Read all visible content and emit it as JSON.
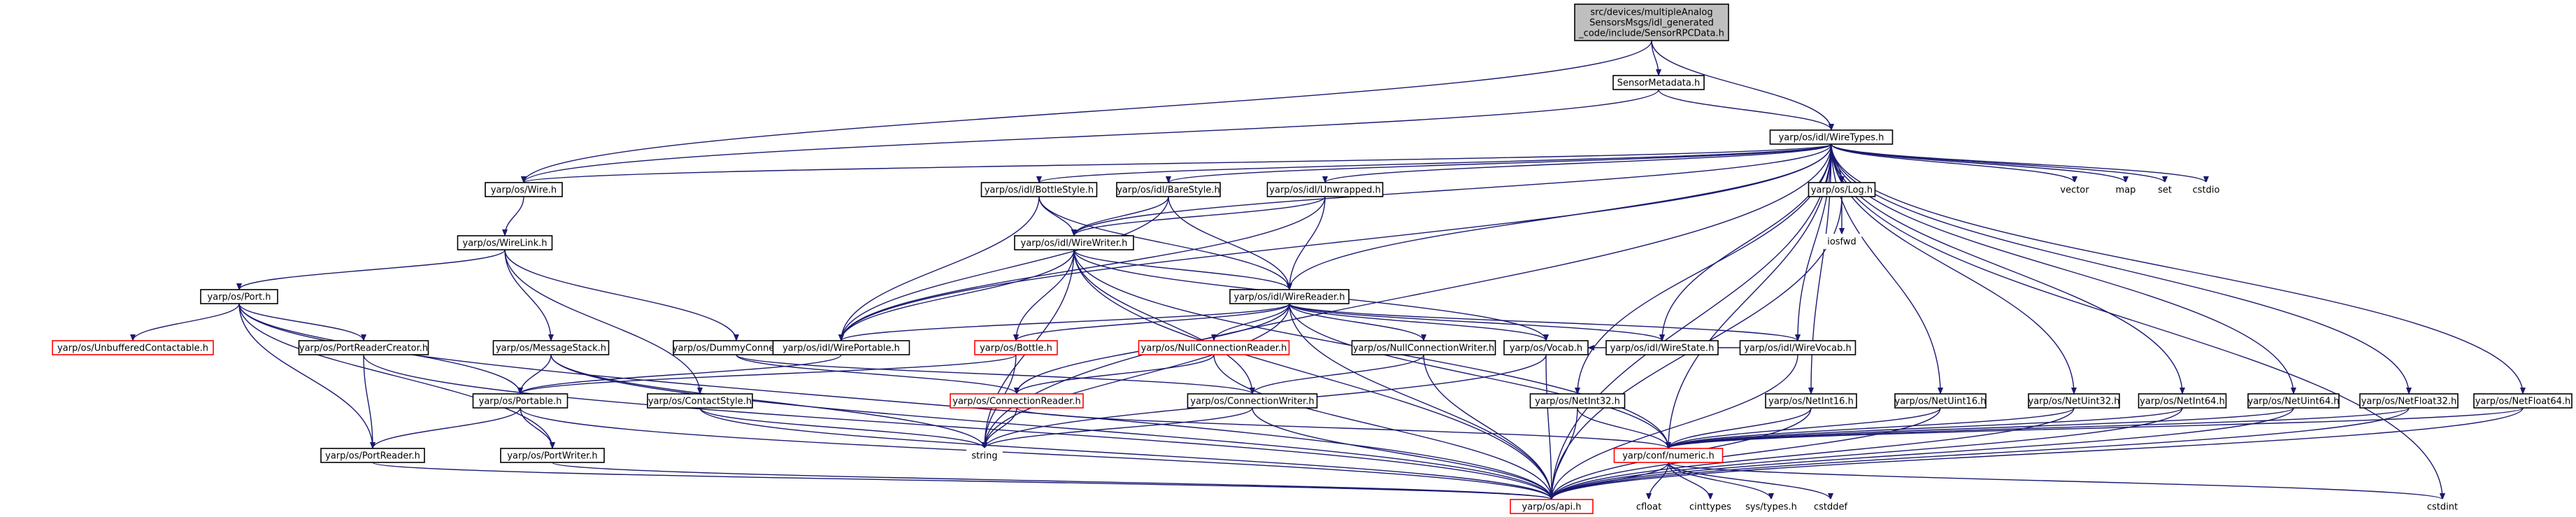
{
  "colors": {
    "root_fill": "#bfbfbf",
    "node_fill": "#ffffff",
    "node_border": "#000000",
    "missing_border": "#ff0000",
    "text": "#000000",
    "edge": "#191970"
  },
  "nodes": [
    {
      "id": "root",
      "lines": [
        "src/devices/multipleAnalog",
        "SensorsMsgs/idl_generated",
        "_code/include/SensorRPCData.h"
      ],
      "style": "root"
    },
    {
      "id": "sensormetadata",
      "lines": [
        "SensorMetadata.h"
      ],
      "style": "normal"
    },
    {
      "id": "wiretypes",
      "lines": [
        "yarp/os/idl/WireTypes.h"
      ],
      "style": "normal"
    },
    {
      "id": "wire",
      "lines": [
        "yarp/os/Wire.h"
      ],
      "style": "normal"
    },
    {
      "id": "bottlestyle",
      "lines": [
        "yarp/os/idl/BottleStyle.h"
      ],
      "style": "normal"
    },
    {
      "id": "barestyle",
      "lines": [
        "yarp/os/idl/BareStyle.h"
      ],
      "style": "normal"
    },
    {
      "id": "unwrapped",
      "lines": [
        "yarp/os/idl/Unwrapped.h"
      ],
      "style": "normal"
    },
    {
      "id": "log",
      "lines": [
        "yarp/os/Log.h"
      ],
      "style": "normal"
    },
    {
      "id": "vector",
      "lines": [
        "vector"
      ],
      "style": "plain"
    },
    {
      "id": "map",
      "lines": [
        "map"
      ],
      "style": "plain"
    },
    {
      "id": "set",
      "lines": [
        "set"
      ],
      "style": "plain"
    },
    {
      "id": "cstdio",
      "lines": [
        "cstdio"
      ],
      "style": "plain"
    },
    {
      "id": "iosfwd",
      "lines": [
        "iosfwd"
      ],
      "style": "plain"
    },
    {
      "id": "wirelink",
      "lines": [
        "yarp/os/WireLink.h"
      ],
      "style": "normal"
    },
    {
      "id": "wirewriter",
      "lines": [
        "yarp/os/idl/WireWriter.h"
      ],
      "style": "normal"
    },
    {
      "id": "port",
      "lines": [
        "yarp/os/Port.h"
      ],
      "style": "normal"
    },
    {
      "id": "wirereader",
      "lines": [
        "yarp/os/idl/WireReader.h"
      ],
      "style": "normal"
    },
    {
      "id": "unbuffered",
      "lines": [
        "yarp/os/UnbufferedContactable.h"
      ],
      "style": "missing"
    },
    {
      "id": "portreadercreator",
      "lines": [
        "yarp/os/PortReaderCreator.h"
      ],
      "style": "normal"
    },
    {
      "id": "messagestack",
      "lines": [
        "yarp/os/MessageStack.h"
      ],
      "style": "normal"
    },
    {
      "id": "dummyconnector",
      "lines": [
        "yarp/os/DummyConnector.h"
      ],
      "style": "normal"
    },
    {
      "id": "wireportable",
      "lines": [
        "yarp/os/idl/WirePortable.h"
      ],
      "style": "normal"
    },
    {
      "id": "bottle",
      "lines": [
        "yarp/os/Bottle.h"
      ],
      "style": "missing"
    },
    {
      "id": "nullconnreader",
      "lines": [
        "yarp/os/NullConnectionReader.h"
      ],
      "style": "missing"
    },
    {
      "id": "nullconnwriter",
      "lines": [
        "yarp/os/NullConnectionWriter.h"
      ],
      "style": "normal"
    },
    {
      "id": "vocab",
      "lines": [
        "yarp/os/Vocab.h"
      ],
      "style": "normal"
    },
    {
      "id": "wirestate",
      "lines": [
        "yarp/os/idl/WireState.h"
      ],
      "style": "normal"
    },
    {
      "id": "wirevocab",
      "lines": [
        "yarp/os/idl/WireVocab.h"
      ],
      "style": "normal"
    },
    {
      "id": "portable",
      "lines": [
        "yarp/os/Portable.h"
      ],
      "style": "normal"
    },
    {
      "id": "contactstyle",
      "lines": [
        "yarp/os/ContactStyle.h"
      ],
      "style": "normal"
    },
    {
      "id": "connreader",
      "lines": [
        "yarp/os/ConnectionReader.h"
      ],
      "style": "missing"
    },
    {
      "id": "connwriter",
      "lines": [
        "yarp/os/ConnectionWriter.h"
      ],
      "style": "normal"
    },
    {
      "id": "netint32",
      "lines": [
        "yarp/os/NetInt32.h"
      ],
      "style": "normal"
    },
    {
      "id": "netint16",
      "lines": [
        "yarp/os/NetInt16.h"
      ],
      "style": "normal"
    },
    {
      "id": "netuint16",
      "lines": [
        "yarp/os/NetUint16.h"
      ],
      "style": "normal"
    },
    {
      "id": "netuint32",
      "lines": [
        "yarp/os/NetUint32.h"
      ],
      "style": "normal"
    },
    {
      "id": "netint64",
      "lines": [
        "yarp/os/NetInt64.h"
      ],
      "style": "normal"
    },
    {
      "id": "netuint64",
      "lines": [
        "yarp/os/NetUint64.h"
      ],
      "style": "normal"
    },
    {
      "id": "netfloat32",
      "lines": [
        "yarp/os/NetFloat32.h"
      ],
      "style": "normal"
    },
    {
      "id": "netfloat64",
      "lines": [
        "yarp/os/NetFloat64.h"
      ],
      "style": "normal"
    },
    {
      "id": "portreader",
      "lines": [
        "yarp/os/PortReader.h"
      ],
      "style": "normal"
    },
    {
      "id": "portwriter",
      "lines": [
        "yarp/os/PortWriter.h"
      ],
      "style": "normal"
    },
    {
      "id": "string",
      "lines": [
        "string"
      ],
      "style": "plain"
    },
    {
      "id": "numeric",
      "lines": [
        "yarp/conf/numeric.h"
      ],
      "style": "missing"
    },
    {
      "id": "api",
      "lines": [
        "yarp/os/api.h"
      ],
      "style": "missing"
    },
    {
      "id": "cfloat",
      "lines": [
        "cfloat"
      ],
      "style": "plain"
    },
    {
      "id": "cinttypes",
      "lines": [
        "cinttypes"
      ],
      "style": "plain"
    },
    {
      "id": "systypes",
      "lines": [
        "sys/types.h"
      ],
      "style": "plain"
    },
    {
      "id": "cstddef",
      "lines": [
        "cstddef"
      ],
      "style": "plain"
    },
    {
      "id": "cstdint",
      "lines": [
        "cstdint"
      ],
      "style": "plain"
    }
  ],
  "edges": [
    [
      "root",
      "sensormetadata"
    ],
    [
      "root",
      "wiretypes"
    ],
    [
      "root",
      "wire"
    ],
    [
      "sensormetadata",
      "wiretypes"
    ],
    [
      "sensormetadata",
      "wire"
    ],
    [
      "wiretypes",
      "wire"
    ],
    [
      "wiretypes",
      "bottlestyle"
    ],
    [
      "wiretypes",
      "barestyle"
    ],
    [
      "wiretypes",
      "unwrapped"
    ],
    [
      "wiretypes",
      "log"
    ],
    [
      "wiretypes",
      "vector"
    ],
    [
      "wiretypes",
      "map"
    ],
    [
      "wiretypes",
      "set"
    ],
    [
      "wiretypes",
      "cstdio"
    ],
    [
      "wiretypes",
      "wirewriter"
    ],
    [
      "wiretypes",
      "wirereader"
    ],
    [
      "wiretypes",
      "wireportable"
    ],
    [
      "wiretypes",
      "wirestate"
    ],
    [
      "wiretypes",
      "wirevocab"
    ],
    [
      "wiretypes",
      "netint32"
    ],
    [
      "wiretypes",
      "netint16"
    ],
    [
      "wiretypes",
      "netuint16"
    ],
    [
      "wiretypes",
      "netuint32"
    ],
    [
      "wiretypes",
      "netint64"
    ],
    [
      "wiretypes",
      "netuint64"
    ],
    [
      "wiretypes",
      "netfloat32"
    ],
    [
      "wiretypes",
      "netfloat64"
    ],
    [
      "wiretypes",
      "string"
    ],
    [
      "wiretypes",
      "api"
    ],
    [
      "wiretypes",
      "numeric"
    ],
    [
      "wiretypes",
      "cstdint"
    ],
    [
      "wire",
      "wirelink"
    ],
    [
      "wirelink",
      "port"
    ],
    [
      "wirelink",
      "messagestack"
    ],
    [
      "wirelink",
      "dummyconnector"
    ],
    [
      "wirelink",
      "contactstyle"
    ],
    [
      "bottlestyle",
      "wirewriter"
    ],
    [
      "bottlestyle",
      "wirereader"
    ],
    [
      "bottlestyle",
      "wireportable"
    ],
    [
      "barestyle",
      "wirewriter"
    ],
    [
      "barestyle",
      "wirereader"
    ],
    [
      "barestyle",
      "wireportable"
    ],
    [
      "unwrapped",
      "wirewriter"
    ],
    [
      "unwrapped",
      "wirereader"
    ],
    [
      "unwrapped",
      "wireportable"
    ],
    [
      "log",
      "iosfwd"
    ],
    [
      "log",
      "api"
    ],
    [
      "wirewriter",
      "wireportable"
    ],
    [
      "wirewriter",
      "bottle"
    ],
    [
      "wirewriter",
      "wirereader"
    ],
    [
      "wirewriter",
      "vocab"
    ],
    [
      "wirewriter",
      "connwriter"
    ],
    [
      "wirewriter",
      "string"
    ],
    [
      "wirewriter",
      "numeric"
    ],
    [
      "wirewriter",
      "api"
    ],
    [
      "wirereader",
      "wireportable"
    ],
    [
      "wirereader",
      "bottle"
    ],
    [
      "wirereader",
      "nullconnreader"
    ],
    [
      "wirereader",
      "nullconnwriter"
    ],
    [
      "wirereader",
      "vocab"
    ],
    [
      "wirereader",
      "wirestate"
    ],
    [
      "wirereader",
      "wirevocab"
    ],
    [
      "wirereader",
      "connreader"
    ],
    [
      "wirereader",
      "string"
    ],
    [
      "wirereader",
      "numeric"
    ],
    [
      "wirereader",
      "api"
    ],
    [
      "port",
      "unbuffered"
    ],
    [
      "port",
      "portreadercreator"
    ],
    [
      "port",
      "portable"
    ],
    [
      "port",
      "portreader"
    ],
    [
      "port",
      "portwriter"
    ],
    [
      "port",
      "api"
    ],
    [
      "portreadercreator",
      "portreader"
    ],
    [
      "portreadercreator",
      "api"
    ],
    [
      "messagestack",
      "portable"
    ],
    [
      "messagestack",
      "string"
    ],
    [
      "messagestack",
      "api"
    ],
    [
      "dummyconnector",
      "connreader"
    ],
    [
      "dummyconnector",
      "connwriter"
    ],
    [
      "wireportable",
      "portable"
    ],
    [
      "bottle",
      "string"
    ],
    [
      "bottle",
      "portable"
    ],
    [
      "nullconnreader",
      "connreader"
    ],
    [
      "nullconnreader",
      "api"
    ],
    [
      "nullconnwriter",
      "connwriter"
    ],
    [
      "nullconnwriter",
      "api"
    ],
    [
      "vocab",
      "string"
    ],
    [
      "vocab",
      "api"
    ],
    [
      "wirevocab",
      "api"
    ],
    [
      "wirevocab",
      "vocab"
    ],
    [
      "portable",
      "portreader"
    ],
    [
      "portable",
      "portwriter"
    ],
    [
      "portable",
      "api"
    ],
    [
      "contactstyle",
      "string"
    ],
    [
      "contactstyle",
      "api"
    ],
    [
      "connreader",
      "numeric"
    ],
    [
      "connreader",
      "string"
    ],
    [
      "connwriter",
      "string"
    ],
    [
      "connwriter",
      "api"
    ],
    [
      "netint32",
      "numeric"
    ],
    [
      "netint32",
      "api"
    ],
    [
      "netint16",
      "numeric"
    ],
    [
      "netint16",
      "api"
    ],
    [
      "netuint16",
      "numeric"
    ],
    [
      "netuint16",
      "api"
    ],
    [
      "netuint32",
      "numeric"
    ],
    [
      "netuint32",
      "api"
    ],
    [
      "netint64",
      "numeric"
    ],
    [
      "netint64",
      "api"
    ],
    [
      "netuint64",
      "numeric"
    ],
    [
      "netuint64",
      "api"
    ],
    [
      "netfloat32",
      "numeric"
    ],
    [
      "netfloat32",
      "api"
    ],
    [
      "netfloat64",
      "numeric"
    ],
    [
      "netfloat64",
      "api"
    ],
    [
      "portreader",
      "api"
    ],
    [
      "portwriter",
      "api"
    ],
    [
      "numeric",
      "api"
    ],
    [
      "numeric",
      "cfloat"
    ],
    [
      "numeric",
      "cinttypes"
    ],
    [
      "numeric",
      "systypes"
    ],
    [
      "numeric",
      "cstddef"
    ],
    [
      "numeric",
      "cstdint"
    ]
  ]
}
